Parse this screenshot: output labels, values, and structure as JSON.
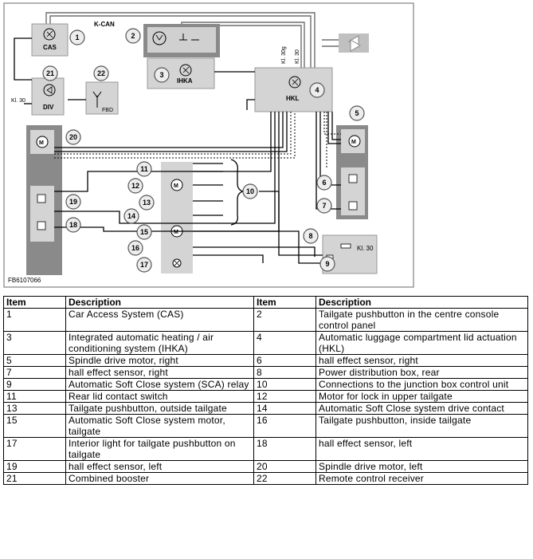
{
  "diagram": {
    "code": "FB6107066",
    "bus_label": "K-CAN",
    "labels": {
      "cas": "CAS",
      "ihka": "IHKA",
      "hkl": "HKL",
      "div": "DIV",
      "fbd": "FBD",
      "kl30_div": "Kl. 30",
      "kl30g": "Kl. 30g",
      "kl30_top": "Kl. 30",
      "kl30_relay": "Kl. 30"
    },
    "callouts": [
      "1",
      "2",
      "3",
      "4",
      "5",
      "6",
      "7",
      "8",
      "9",
      "10",
      "11",
      "12",
      "13",
      "14",
      "15",
      "16",
      "17",
      "18",
      "19",
      "20",
      "21",
      "22"
    ]
  },
  "table": {
    "headers": [
      "Item",
      "Description",
      "Item",
      "Description"
    ],
    "rows": [
      [
        "1",
        "Car Access System (CAS)",
        "2",
        "Tailgate pushbutton in the centre console control panel"
      ],
      [
        "3",
        "Integrated automatic heating / air conditioning system (IHKA)",
        "4",
        "Automatic luggage compartment lid actuation (HKL)"
      ],
      [
        "5",
        "Spindle drive motor, right",
        "6",
        "hall effect sensor, right"
      ],
      [
        "7",
        "hall effect sensor, right",
        "8",
        "Power distribution box, rear"
      ],
      [
        "9",
        "Automatic Soft Close system (SCA) relay",
        "10",
        "Connections to the junction box control unit"
      ],
      [
        "11",
        "Rear lid contact switch",
        "12",
        "Motor for lock in upper tailgate"
      ],
      [
        "13",
        "Tailgate pushbutton, outside tailgate",
        "14",
        "Automatic Soft Close system drive contact"
      ],
      [
        "15",
        "Automatic Soft Close system motor, tailgate",
        "16",
        "Tailgate pushbutton, inside tailgate"
      ],
      [
        "17",
        "Interior light for tailgate pushbutton on tailgate",
        "18",
        "hall effect sensor, left"
      ],
      [
        "19",
        "hall effect sensor, left",
        "20",
        "Spindle drive motor, left"
      ],
      [
        "21",
        "Combined booster",
        "22",
        "Remote control receiver"
      ]
    ]
  }
}
